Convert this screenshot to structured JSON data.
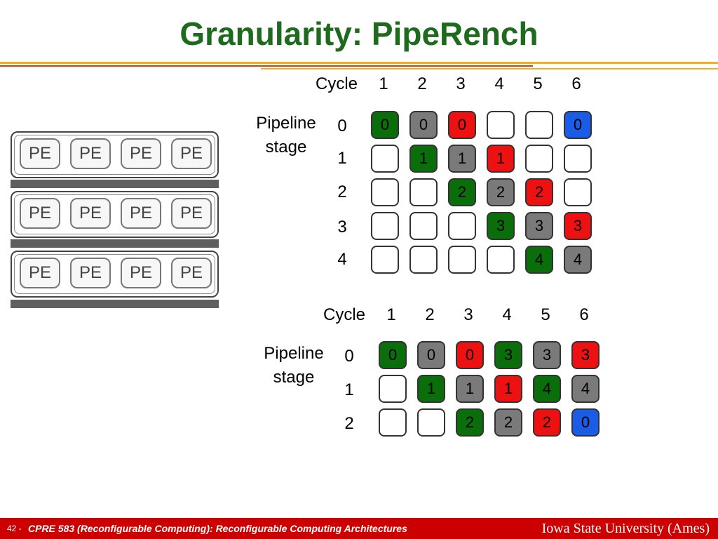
{
  "title": "Granularity: PipeRench",
  "colors": {
    "green": "#0a6e0a",
    "gray": "#7a7a7a",
    "red": "#ee1111",
    "blue": "#1a5ce6",
    "white": "#ffffff",
    "title": "#1e6b1e",
    "footer": "#cc0000"
  },
  "pe_array": {
    "rows": [
      [
        "PE",
        "PE",
        "PE",
        "PE"
      ],
      [
        "PE",
        "PE",
        "PE",
        "PE"
      ],
      [
        "PE",
        "PE",
        "PE",
        "PE"
      ]
    ]
  },
  "top_table": {
    "cycle_label": "Cycle",
    "stage_label": [
      "Pipeline",
      "stage"
    ],
    "cycles": [
      "1",
      "2",
      "3",
      "4",
      "5",
      "6"
    ],
    "stages": [
      "0",
      "1",
      "2",
      "3",
      "4"
    ],
    "grid": [
      [
        {
          "v": "0",
          "c": "green"
        },
        {
          "v": "0",
          "c": "gray"
        },
        {
          "v": "0",
          "c": "red"
        },
        {
          "v": "",
          "c": "white"
        },
        {
          "v": "",
          "c": "white"
        },
        {
          "v": "0",
          "c": "blue"
        }
      ],
      [
        {
          "v": "",
          "c": "white"
        },
        {
          "v": "1",
          "c": "green"
        },
        {
          "v": "1",
          "c": "gray"
        },
        {
          "v": "1",
          "c": "red"
        },
        {
          "v": "",
          "c": "white"
        },
        {
          "v": "",
          "c": "white"
        }
      ],
      [
        {
          "v": "",
          "c": "white"
        },
        {
          "v": "",
          "c": "white"
        },
        {
          "v": "2",
          "c": "green"
        },
        {
          "v": "2",
          "c": "gray"
        },
        {
          "v": "2",
          "c": "red"
        },
        {
          "v": "",
          "c": "white"
        }
      ],
      [
        {
          "v": "",
          "c": "white"
        },
        {
          "v": "",
          "c": "white"
        },
        {
          "v": "",
          "c": "white"
        },
        {
          "v": "3",
          "c": "green"
        },
        {
          "v": "3",
          "c": "gray"
        },
        {
          "v": "3",
          "c": "red"
        }
      ],
      [
        {
          "v": "",
          "c": "white"
        },
        {
          "v": "",
          "c": "white"
        },
        {
          "v": "",
          "c": "white"
        },
        {
          "v": "",
          "c": "white"
        },
        {
          "v": "4",
          "c": "green"
        },
        {
          "v": "4",
          "c": "gray"
        }
      ]
    ]
  },
  "bottom_table": {
    "cycle_label": "Cycle",
    "stage_label": [
      "Pipeline",
      "stage"
    ],
    "cycles": [
      "1",
      "2",
      "3",
      "4",
      "5",
      "6"
    ],
    "stages": [
      "0",
      "1",
      "2"
    ],
    "grid": [
      [
        {
          "v": "0",
          "c": "green"
        },
        {
          "v": "0",
          "c": "gray"
        },
        {
          "v": "0",
          "c": "red"
        },
        {
          "v": "3",
          "c": "green"
        },
        {
          "v": "3",
          "c": "gray"
        },
        {
          "v": "3",
          "c": "red"
        }
      ],
      [
        {
          "v": "",
          "c": "white"
        },
        {
          "v": "1",
          "c": "green"
        },
        {
          "v": "1",
          "c": "gray"
        },
        {
          "v": "1",
          "c": "red"
        },
        {
          "v": "4",
          "c": "green"
        },
        {
          "v": "4",
          "c": "gray"
        }
      ],
      [
        {
          "v": "",
          "c": "white"
        },
        {
          "v": "",
          "c": "white"
        },
        {
          "v": "2",
          "c": "green"
        },
        {
          "v": "2",
          "c": "gray"
        },
        {
          "v": "2",
          "c": "red"
        },
        {
          "v": "0",
          "c": "blue"
        }
      ]
    ]
  },
  "footer": {
    "page_number": "42 -",
    "course": "CPRE 583 (Reconfigurable Computing):  Reconfigurable Computing Architectures",
    "university": "Iowa State University (Ames)"
  }
}
